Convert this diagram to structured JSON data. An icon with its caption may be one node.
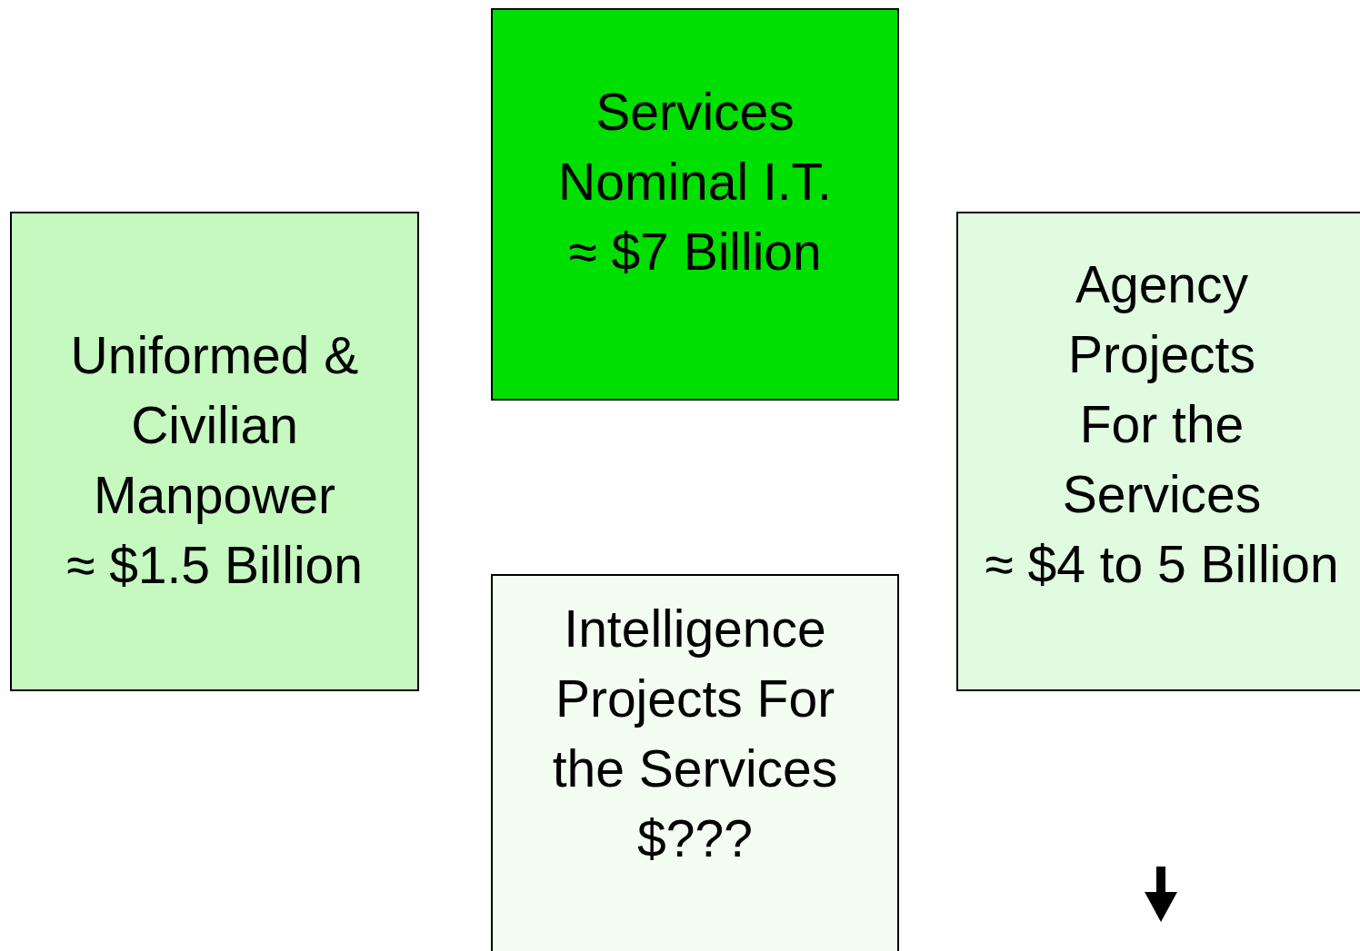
{
  "diagram": {
    "nodes": [
      {
        "text": [
          "Services Nominal I.T.",
          "≈ $7 Billion"
        ]
      },
      {
        "text": [
          "Uniformed & Civilian Manpower",
          "≈ $1.5 Billion"
        ]
      },
      {
        "text": [
          "Agency Projects For the Services",
          "≈ $4 to 5 Billion"
        ]
      },
      {
        "text": [
          "Intelligence Projects For the Services",
          "$???"
        ]
      }
    ]
  }
}
